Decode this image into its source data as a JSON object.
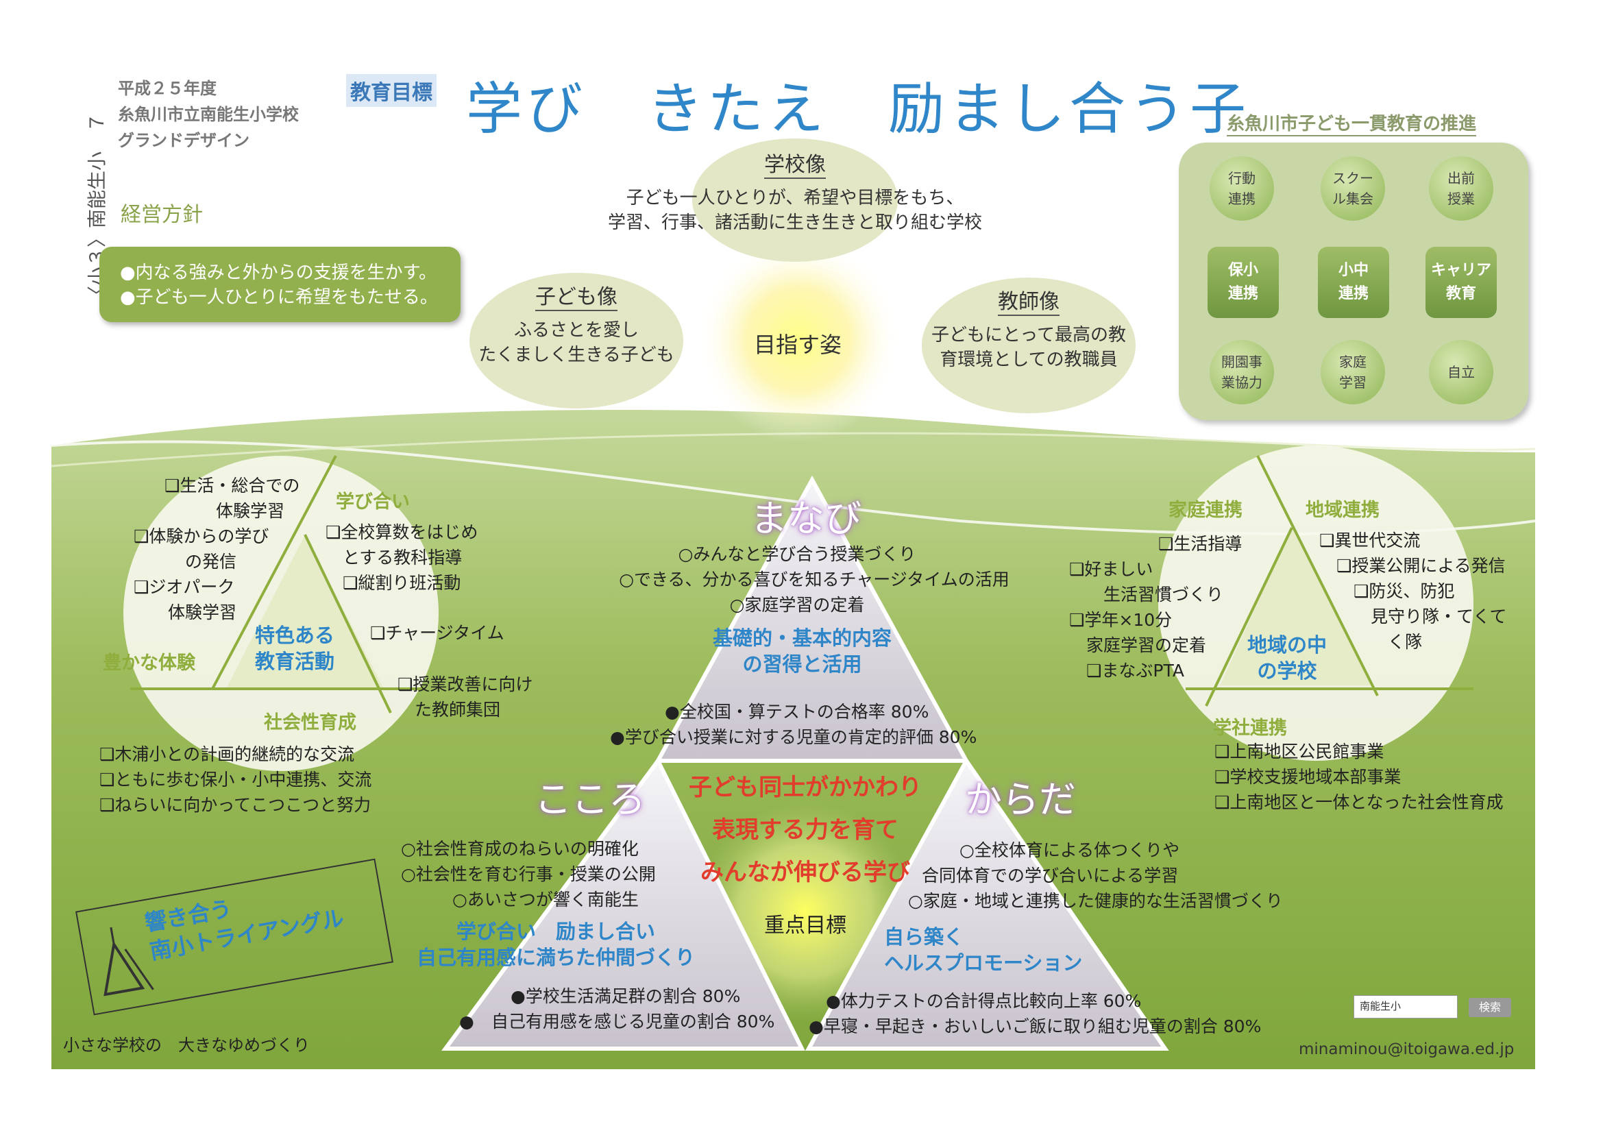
{
  "side_label": "〈小３〉南能生小　７",
  "header": {
    "year": "平成２５年度",
    "school": "糸魚川市立南能生小学校",
    "design": "グランドデザイン",
    "edu_goal_label": "教育目標",
    "main_title": "学び　きたえ　励まし合う子"
  },
  "management": {
    "label": "経営方針",
    "items": [
      "●内なる強みと外からの支援を生かす。",
      "●子ども一人ひとりに希望をもたせる。"
    ]
  },
  "vision": {
    "school": {
      "title": "学校像",
      "text": [
        "子ども一人ひとりが、希望や目標をもち、",
        "学習、行事、諸活動に生き生きと取り組む学校"
      ]
    },
    "child": {
      "title": "子ども像",
      "text": [
        "ふるさとを愛し",
        "たくましく生きる子ども"
      ]
    },
    "teacher": {
      "title": "教師像",
      "text": [
        "子どもにとって最高の教",
        "育環境としての教職員"
      ]
    },
    "center": "目指す姿"
  },
  "promotion": {
    "title": "糸魚川市子ども一貫教育の推進",
    "top": [
      "行動\n連携",
      "スクー\nル集会",
      "出前\n授業"
    ],
    "middle": [
      "保小\n連携",
      "小中\n連携",
      "キャリア\n教育"
    ],
    "bottom": [
      "開園事\n業協力",
      "家庭\n学習",
      "自立"
    ]
  },
  "left_circle": {
    "labels": {
      "manabiai": "学び合い",
      "yutaka": "豊かな体験",
      "shakai": "社会性育成",
      "center": "特色ある\n教育活動"
    },
    "list_a": [
      "❑生活・総合での",
      "　　　体験学習",
      "❑体験からの学び",
      "　　　の発信",
      "❑ジオパーク",
      "　　体験学習"
    ],
    "list_b": [
      "❑全校算数をはじめ",
      "　とする教科指導",
      "❑縦割り班活動"
    ],
    "charge": "❑チャージタイム",
    "teachers": [
      "❑授業改善に向け",
      "　た教師集団"
    ],
    "bottom": [
      "❑木浦小との計画的継続的な交流",
      "❑ともに歩む保小・小中連携、交流",
      "❑ねらいに向かってこつこつと努力"
    ]
  },
  "right_circle": {
    "labels": {
      "katei": "家庭連携",
      "chiiki": "地域連携",
      "gakusha": "学社連携",
      "center": "地域の中\nの学校"
    },
    "list_a": [
      "❑生活指導"
    ],
    "list_b": [
      "❑好ましい",
      "　　生活習慣づくり",
      "❑学年×10分",
      "　家庭学習の定着",
      "　❑まなぶPTA"
    ],
    "list_c": [
      "❑異世代交流",
      "　❑授業公開による発信",
      "　　❑防災、防犯",
      "　　　見守り隊・てくて",
      "　　　　く隊"
    ],
    "bottom": [
      "❑上南地区公民館事業",
      "❑学校支援地域本部事業",
      "❑上南地区と一体となった社会性育成"
    ]
  },
  "pyramid": {
    "manabi": "まなび",
    "kokoro": "こころ",
    "karada": "からだ",
    "manabi_items": [
      "○みんなと学び合う授業づくり",
      "○できる、分かる喜びを知るチャージタイムの活用",
      "○家庭学習の定着"
    ],
    "manabi_goal": "基礎的・基本的内容\nの習得と活用",
    "manabi_targets": [
      "●全校国・算テストの合格率 80%",
      "●学び合い授業に対する児童の肯定的評価 80%"
    ],
    "center_slogan": [
      "子ども同士がかかわり",
      "表現する力を育て",
      "みんなが伸びる学び"
    ],
    "subgoal": "重点目標",
    "kokoro_items": [
      "○社会性育成のねらいの明確化",
      "○社会性を育む行事・授業の公開",
      "　　　○あいさつが響く南能生"
    ],
    "kokoro_goal": "学び合い　励まし合い\n自己有用感に満ちた仲間づくり",
    "kokoro_targets": [
      "●学校生活満足群の割合 80%",
      "●　自己有用感を感じる児童の割合 80%"
    ],
    "karada_items": [
      "○全校体育による体つくりや",
      "合同体育での学び合いによる学習",
      "○家庭・地域と連携した健康的な生活習慣づくり"
    ],
    "karada_goal": "自ら築く\nヘルスプロモーション",
    "karada_targets": [
      "●体力テストの合計得点比較向上率 60%",
      "●早寝・早起き・おいしいご飯に取り組む児童の割合 80%"
    ]
  },
  "hibiki": "響き合う\n南小トライアングル",
  "footer": {
    "slogan": "小さな学校の　大きなゆめづくり",
    "email": "minaminou@itoigawa.ed.jp",
    "search_value": "南能生小",
    "search_button": "検索"
  }
}
